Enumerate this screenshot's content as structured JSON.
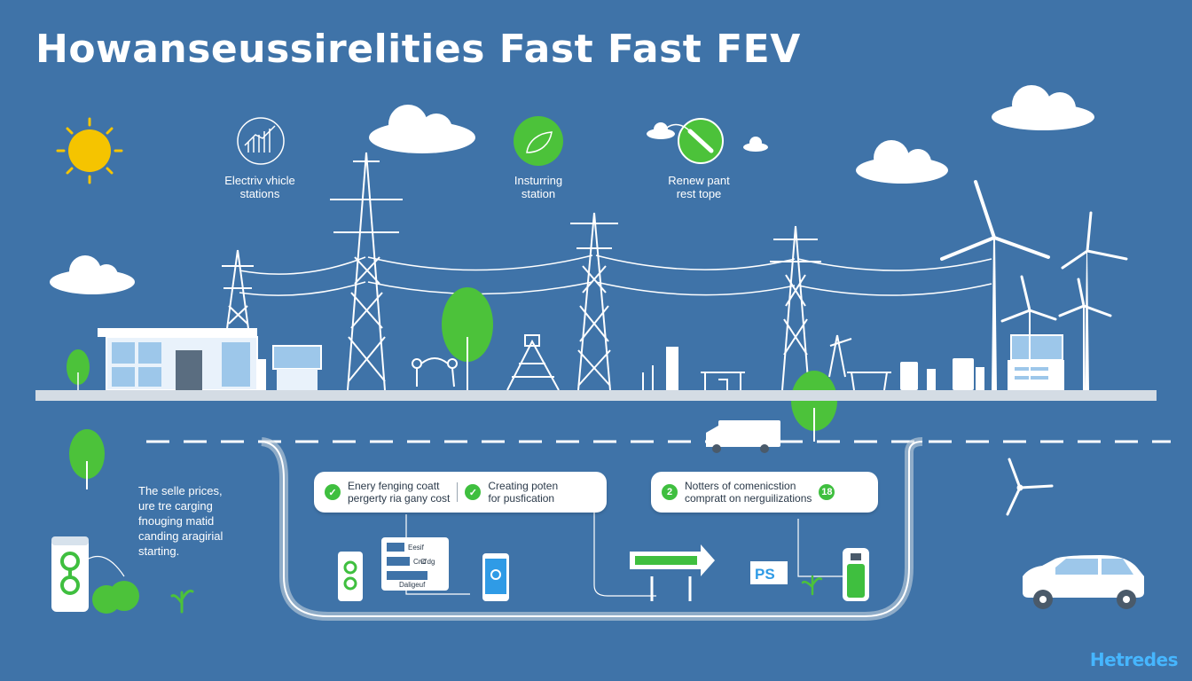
{
  "title": "Howanseussirelities Fast Fast FEV",
  "icons": {
    "ev_stations": {
      "label_line1": "Electriv vhicle",
      "label_line2": "stations",
      "icon": "chart-bars-icon"
    },
    "insturring_station": {
      "label_line1": "Insturring",
      "label_line2": "station",
      "icon": "leaf-icon"
    },
    "renew_plant": {
      "label_line1": "Renew pant",
      "label_line2": "rest tope",
      "icon": "plug-icon"
    }
  },
  "side_note": {
    "lines": [
      "The selle prices,",
      "ure tre carging",
      "fnouging matid",
      "canding aragirial",
      "starting."
    ]
  },
  "bubbles": [
    {
      "badge": "✓",
      "line1": "Enery fenging coatt",
      "line2": "pergerty ria gany cost"
    },
    {
      "badge": "✓",
      "line1": "Creating poten",
      "line2": "for pusfication"
    },
    {
      "badge": "2",
      "line1": "Notters of comenicstion",
      "line2": "compratt on nerguilizations",
      "end_badge": "18"
    }
  ],
  "charger_screen": {
    "lines": [
      "Eesif",
      "Cnd",
      "C’dg",
      "Daligeuf"
    ]
  },
  "parking_sign": "PS",
  "brand": "Hetredes",
  "colors": {
    "background": "#3f73a8",
    "accent_green": "#3fbf3f",
    "sun": "#f5c400",
    "white": "#ffffff"
  }
}
